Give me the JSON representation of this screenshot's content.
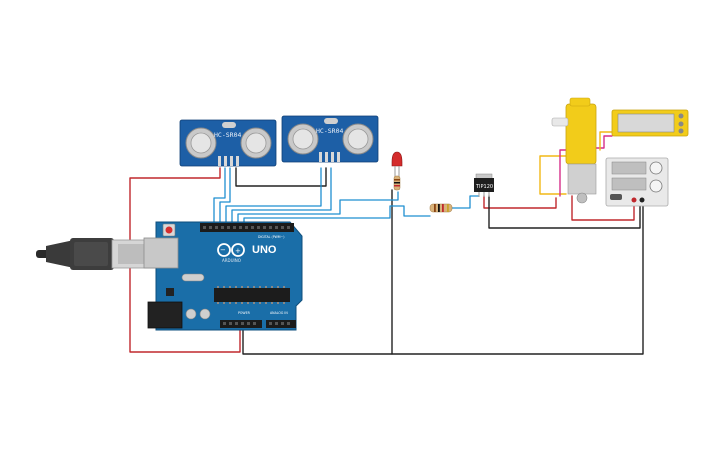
{
  "sensors": [
    {
      "model": "HC-SR04"
    },
    {
      "model": "HC-SR04"
    }
  ],
  "arduino": {
    "brand": "ARDUINO",
    "model": "UNO",
    "digital_label": "DIGITAL (PWM~)",
    "power_label": "POWER",
    "analog_label": "ANALOG IN"
  },
  "transistor": {
    "label": "TIP120"
  },
  "wire_colors": {
    "power": "#c0282d",
    "ground": "#222222",
    "signal": "#1f8fd1",
    "motor": "#f2b816",
    "pink": "#d62f8a"
  }
}
